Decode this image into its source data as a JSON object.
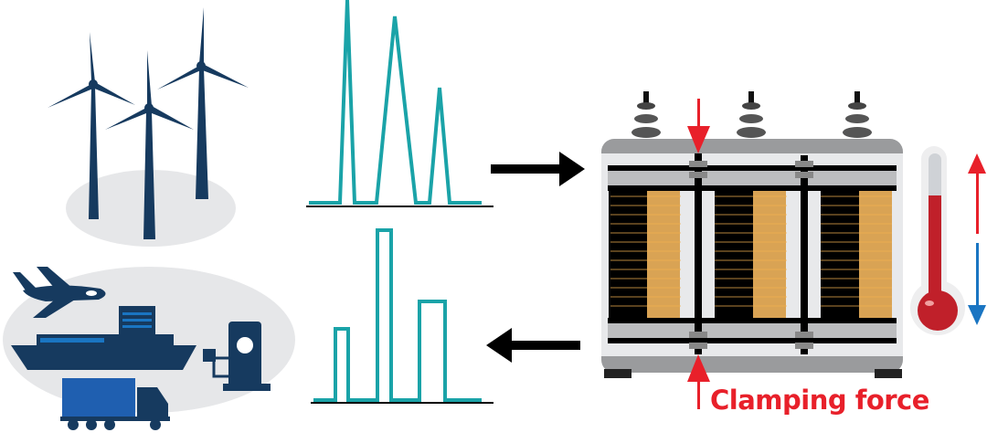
{
  "labels": {
    "clamping_force": "Clamping force"
  },
  "colors": {
    "navy": "#163a5f",
    "teal": "#1aa3a8",
    "red": "#e8202a",
    "blue": "#1a75c2",
    "orange": "#d9a354",
    "gray": "#9a9b9d"
  },
  "icons": [
    "wind-turbines",
    "airplane",
    "ship",
    "ev-charger",
    "truck",
    "transformer",
    "thermometer"
  ]
}
